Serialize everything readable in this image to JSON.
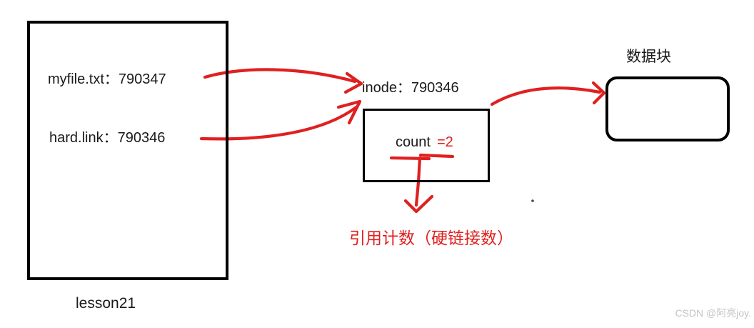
{
  "colors": {
    "background": "#ffffff",
    "ink": "#1a1a1a",
    "box_border": "#000000",
    "red_pen": "#e02020",
    "watermark": "#c4c4c8"
  },
  "directory_box": {
    "entries": [
      {
        "label": "myfile.txt：790347"
      },
      {
        "label": "hard.link：790346"
      }
    ],
    "caption": "lesson21"
  },
  "inode_box": {
    "title": "inode：790346",
    "count_label": "count",
    "count_value": "=2"
  },
  "annotation": {
    "text": "引用计数（硬链接数）"
  },
  "data_block": {
    "label": "数据块"
  },
  "watermark": {
    "text": "CSDN @阿亮joy."
  },
  "arrows": [
    {
      "name": "myfile-to-inode"
    },
    {
      "name": "hardlink-to-inode"
    },
    {
      "name": "inode-to-datablock"
    },
    {
      "name": "count-to-annotation"
    }
  ]
}
